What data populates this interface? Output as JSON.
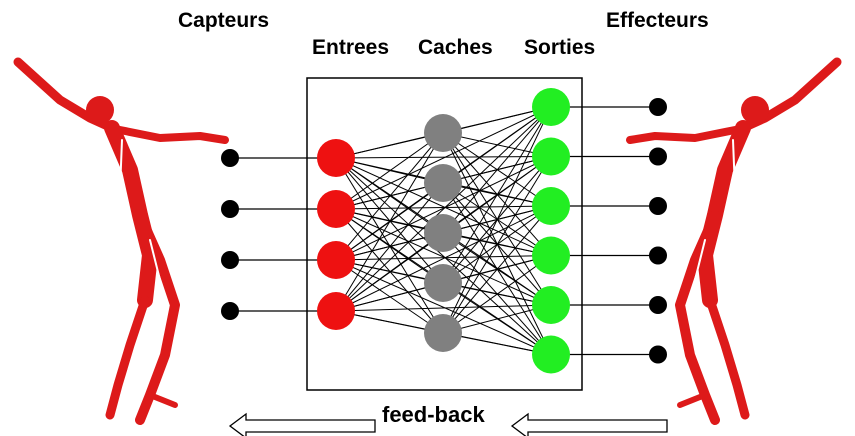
{
  "labels": {
    "sensors": "Capteurs",
    "effectors": "Effecteurs",
    "inputs": "Entrees",
    "hidden": "Caches",
    "outputs": "Sorties",
    "feedback": "feed-back"
  },
  "network": {
    "input_count": 4,
    "hidden_count": 5,
    "output_count": 6,
    "sensor_count": 4,
    "effector_count": 6
  },
  "colors": {
    "input": "#ee1111",
    "hidden": "#808080",
    "output": "#22ee22",
    "terminal": "#000000",
    "figure": "#dd1a1a"
  },
  "icons": [
    "human-figure-left",
    "human-figure-right",
    "arrow-left"
  ]
}
